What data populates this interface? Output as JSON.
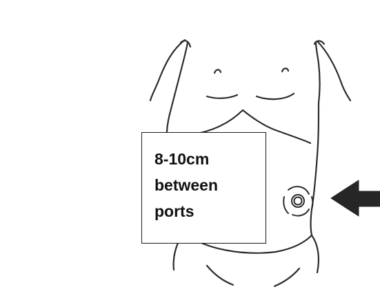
{
  "callout": {
    "lines": [
      "8-10cm",
      "between",
      "ports"
    ]
  },
  "colors": {
    "ink": "#2b2b2b",
    "arrow": "#262626",
    "box_border": "#1a1a1a",
    "text": "#111111"
  },
  "icons": [
    "torso-outline",
    "trocar-port",
    "stoma",
    "direction-arrow"
  ]
}
